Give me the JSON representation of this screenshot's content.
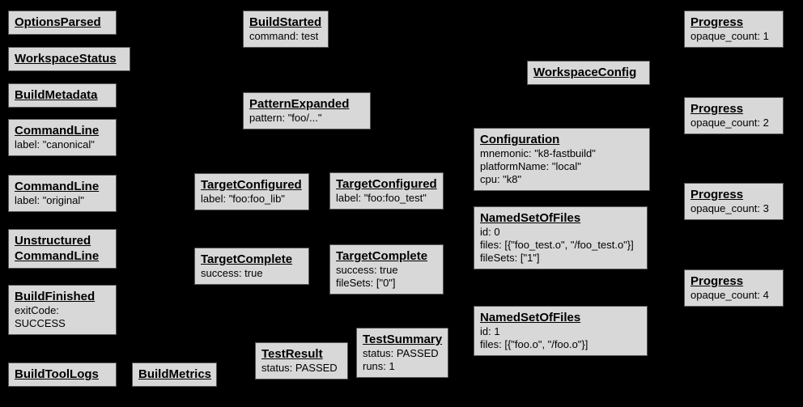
{
  "colors": {
    "background": "#000000",
    "node_fill": "#d8d8d8",
    "node_border": "#565656",
    "text": "#000000"
  },
  "boxes": [
    {
      "title": "OptionsParsed"
    },
    {
      "title": "WorkspaceStatus"
    },
    {
      "title": "BuildMetadata"
    },
    {
      "title": "CommandLine",
      "body": "label: \"canonical\""
    },
    {
      "title": "CommandLine",
      "body": "label: \"original\""
    },
    {
      "title": "Unstructured\nCommandLine"
    },
    {
      "title": "BuildFinished",
      "body": "exitCode: SUCCESS"
    },
    {
      "title": "BuildToolLogs"
    },
    {
      "title": "BuildMetrics"
    },
    {
      "title": "BuildStarted",
      "body": "command: test"
    },
    {
      "title": "PatternExpanded",
      "body": "pattern: \"foo/...\""
    },
    {
      "title": "TargetConfigured",
      "body": "label: \"foo:foo_lib\""
    },
    {
      "title": "TargetConfigured",
      "body": "label: \"foo:foo_test\""
    },
    {
      "title": "TargetComplete",
      "body": "success: true"
    },
    {
      "title": "TargetComplete",
      "body": "success: true\nfileSets: [\"0\"]"
    },
    {
      "title": "TestResult",
      "body": "status: PASSED"
    },
    {
      "title": "TestSummary",
      "body": "status: PASSED\nruns: 1"
    },
    {
      "title": "WorkspaceConfig"
    },
    {
      "title": "Configuration",
      "body": "mnemonic: \"k8-fastbuild\"\nplatformName: \"local\"\ncpu: \"k8\""
    },
    {
      "title": "NamedSetOfFiles",
      "body": "id: 0\nfiles: [{\"foo_test.o\", \"/foo_test.o\"}]\nfileSets: [\"1\"]"
    },
    {
      "title": "NamedSetOfFiles",
      "body": "id: 1\nfiles: [{\"foo.o\", \"/foo.o\"}]"
    },
    {
      "title": "Progress",
      "body": "opaque_count: 1"
    },
    {
      "title": "Progress",
      "body": "opaque_count: 2"
    },
    {
      "title": "Progress",
      "body": "opaque_count: 3"
    },
    {
      "title": "Progress",
      "body": "opaque_count: 4"
    }
  ]
}
